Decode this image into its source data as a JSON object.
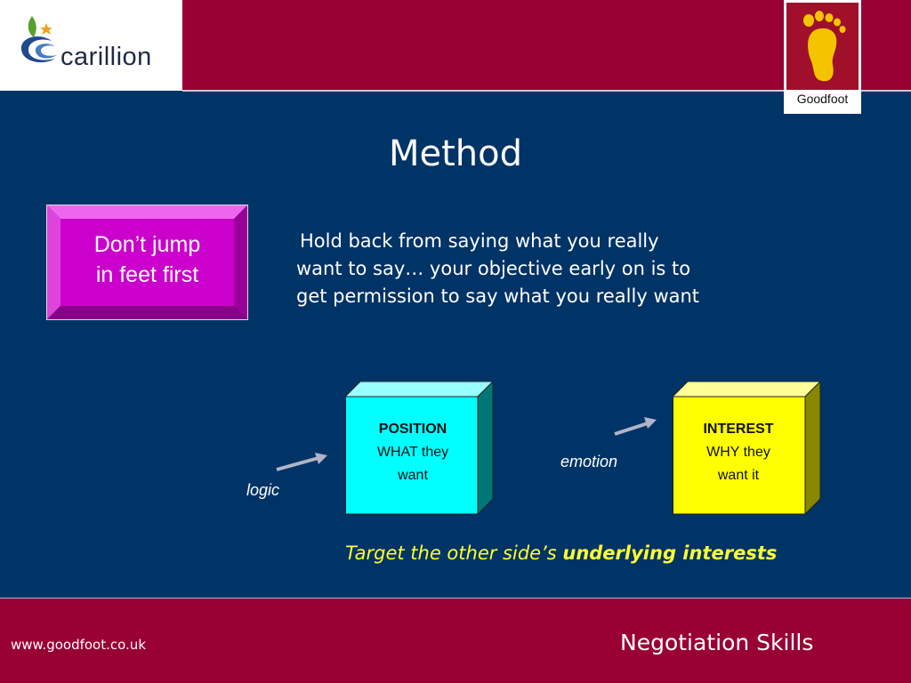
{
  "header": {
    "left_logo": {
      "text": "carillion",
      "icon": "carillion-logo"
    },
    "right_logo": {
      "text": "Goodfoot",
      "icon": "footprint-logo"
    }
  },
  "slide": {
    "title": "Method",
    "button": {
      "line1": "Don’t jump",
      "line2": "in feet first",
      "color": "#cc00cc"
    },
    "body_lines": [
      "Hold back from saying what you really",
      "want to say… your objective early on is to",
      "get permission to say what you really want"
    ],
    "position_box": {
      "heading": "POSITION",
      "line1": "WHAT they",
      "line2": "want",
      "color": "#00ffff"
    },
    "interest_box": {
      "heading": "INTEREST",
      "line1": "WHY they",
      "line2": "want it",
      "color": "#ffff00"
    },
    "logic_label": "logic",
    "emotion_label": "emotion",
    "target_prefix": "Target the other side’s ",
    "target_bold": "underlying interests"
  },
  "footer": {
    "url": "www.goodfoot.co.uk",
    "title": "Negotiation Skills"
  },
  "colors": {
    "background": "#003366",
    "band": "#990033",
    "highlight_text": "#ffff33"
  }
}
